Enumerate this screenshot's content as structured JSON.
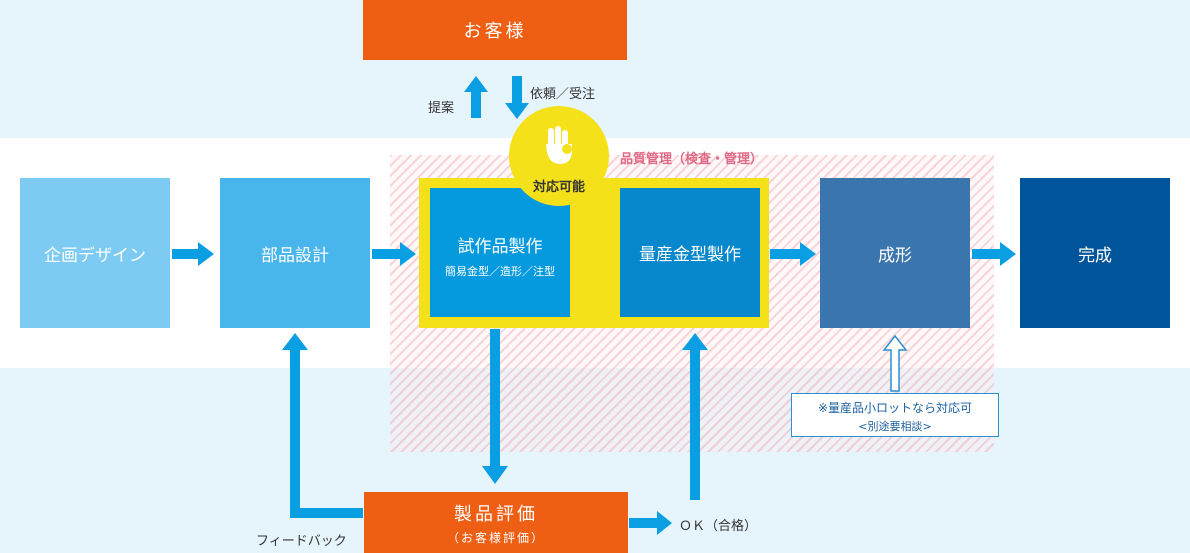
{
  "customer": {
    "label": "お客様"
  },
  "proposal_label": "提案",
  "request_label": "依頼／受注",
  "quality": {
    "label": "品質管理（検査・管理）"
  },
  "badge": {
    "label": "対応可能",
    "icon": "ok-hand-icon"
  },
  "steps": {
    "planning": "企画デザイン",
    "parts_design": "部品設計",
    "prototype": "試作品製作",
    "prototype_sub": "簡易金型／造形／注型",
    "mass_mold": "量産金型製作",
    "forming": "成形",
    "complete": "完成"
  },
  "note": {
    "line1": "※量産品小ロットなら対応可",
    "line2": "<別途要相談>"
  },
  "evaluation": {
    "label": "製品評価",
    "sub": "（お客様評価）"
  },
  "ok_label": "ＯＫ（合格）",
  "feedback_label": "フィードバック",
  "colors": {
    "orange": "#ee5f14",
    "arrow_blue": "#0a9ee2",
    "yellow": "#f5e11a",
    "quality_pink": "#e06a86"
  }
}
